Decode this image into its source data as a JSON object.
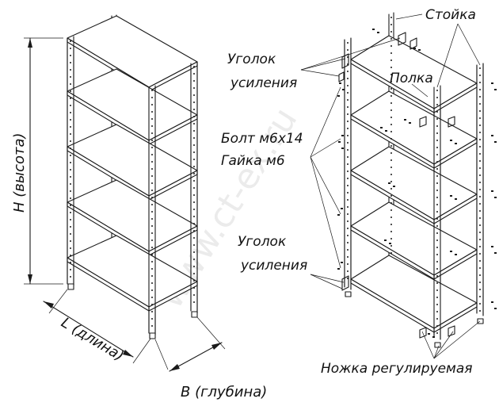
{
  "labels": {
    "height": "H (высота)",
    "length": "L (длина)",
    "depth": "B (глубина)",
    "upright": "Стойка",
    "corner_top_1": "Уголок",
    "corner_top_2": "усиления",
    "shelf": "Полка",
    "bolt": "Болт м6х14",
    "nut": "Гайка м6",
    "corner_bottom_1": "Уголок",
    "corner_bottom_2": "усиления",
    "foot": "Ножка регулируемая"
  },
  "watermark": "www.ct-ex.ru",
  "colors": {
    "line": "#1a1a1a",
    "background": "#ffffff",
    "watermark": "#dcdcdc"
  }
}
